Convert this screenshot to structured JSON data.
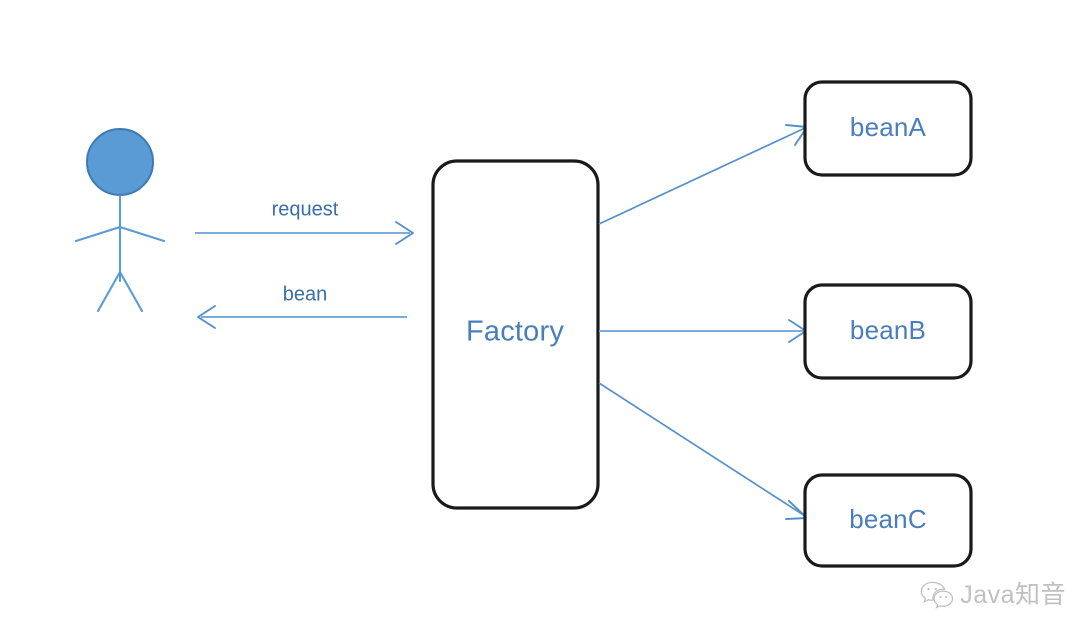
{
  "diagram": {
    "type": "factory-pattern-flow",
    "background_color": "#ffffff",
    "accent_color": "#5B9BD5",
    "node_text_color": "#4a7ebb",
    "box_border_color": "#1a1a1a",
    "actor": {
      "name": "client-actor",
      "icon": "stick-figure-person-icon",
      "label": ""
    },
    "factory": {
      "label": "Factory"
    },
    "beans": [
      {
        "label": "beanA"
      },
      {
        "label": "beanB"
      },
      {
        "label": "beanC"
      }
    ],
    "edges": [
      {
        "label": "request",
        "direction": "actor-to-factory"
      },
      {
        "label": "bean",
        "direction": "factory-to-actor"
      },
      {
        "label": "",
        "direction": "factory-to-beanA"
      },
      {
        "label": "",
        "direction": "factory-to-beanB"
      },
      {
        "label": "",
        "direction": "factory-to-beanC"
      }
    ]
  },
  "watermark": {
    "icon": "wechat-logo-icon",
    "text": "Java知音"
  }
}
